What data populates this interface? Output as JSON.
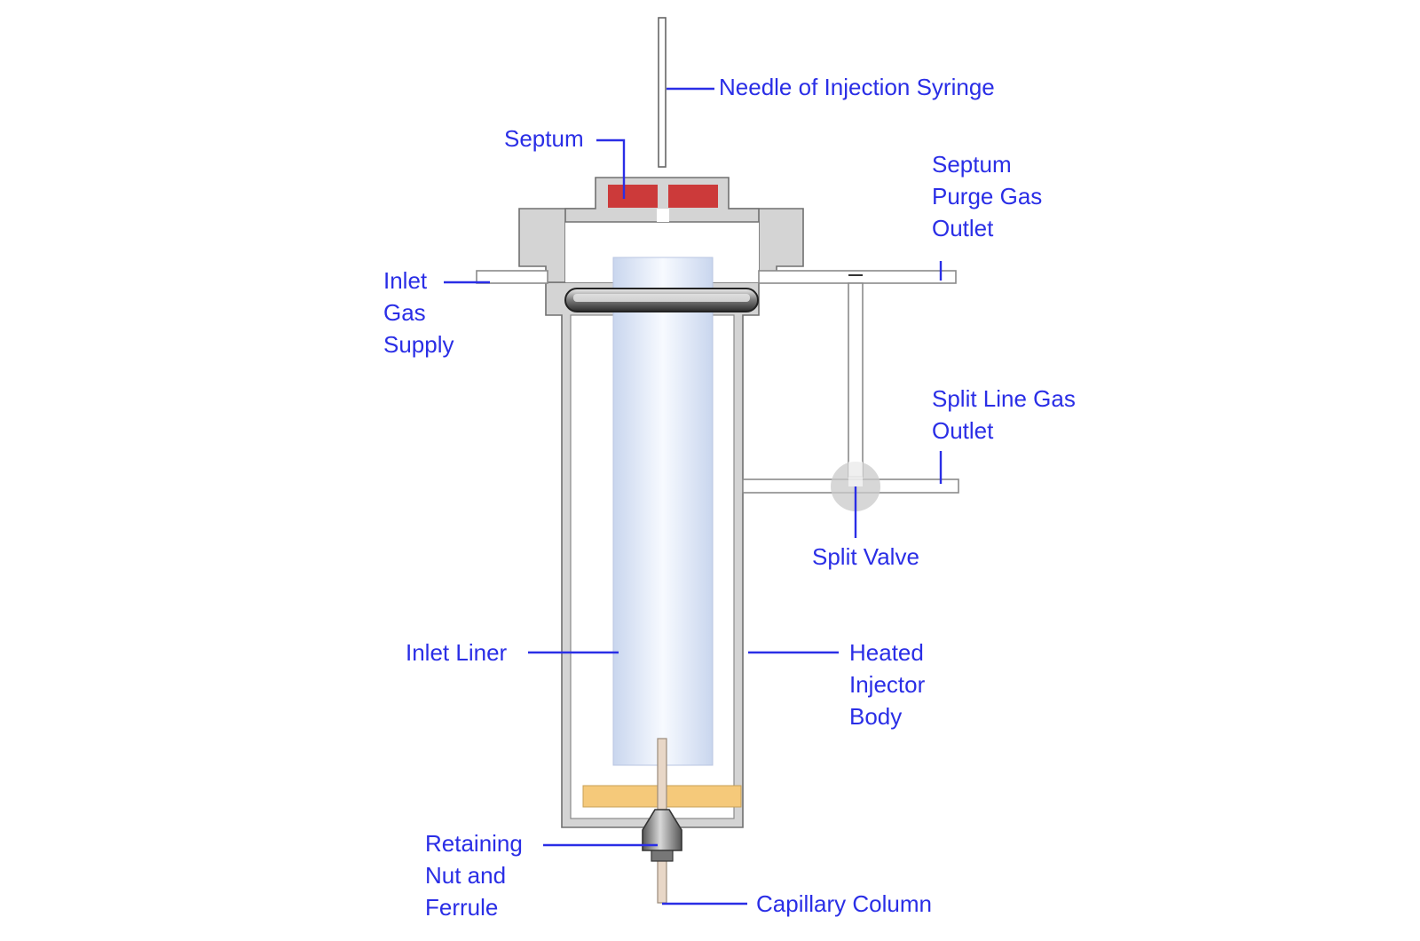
{
  "labels": {
    "needle": "Needle of Injection Syringe",
    "septum": "Septum",
    "septum_purge": [
      "Septum",
      "Purge Gas",
      "Outlet"
    ],
    "inlet_gas": [
      "Inlet",
      "Gas",
      "Supply"
    ],
    "split_line": [
      "Split Line Gas",
      "Outlet"
    ],
    "split_valve": "Split Valve",
    "inlet_liner": "Inlet Liner",
    "heated_body": [
      "Heated",
      "Injector",
      "Body"
    ],
    "retaining_nut": [
      "Retaining",
      "Nut and",
      "Ferrule"
    ],
    "capillary": "Capillary Column"
  },
  "colors": {
    "label": "#2a2ee6",
    "septum": "#cc3a3a",
    "ferrule_packing": "#f5c97a",
    "injector_wall": "#d4d4d4",
    "liner": "#dbe6f7"
  }
}
